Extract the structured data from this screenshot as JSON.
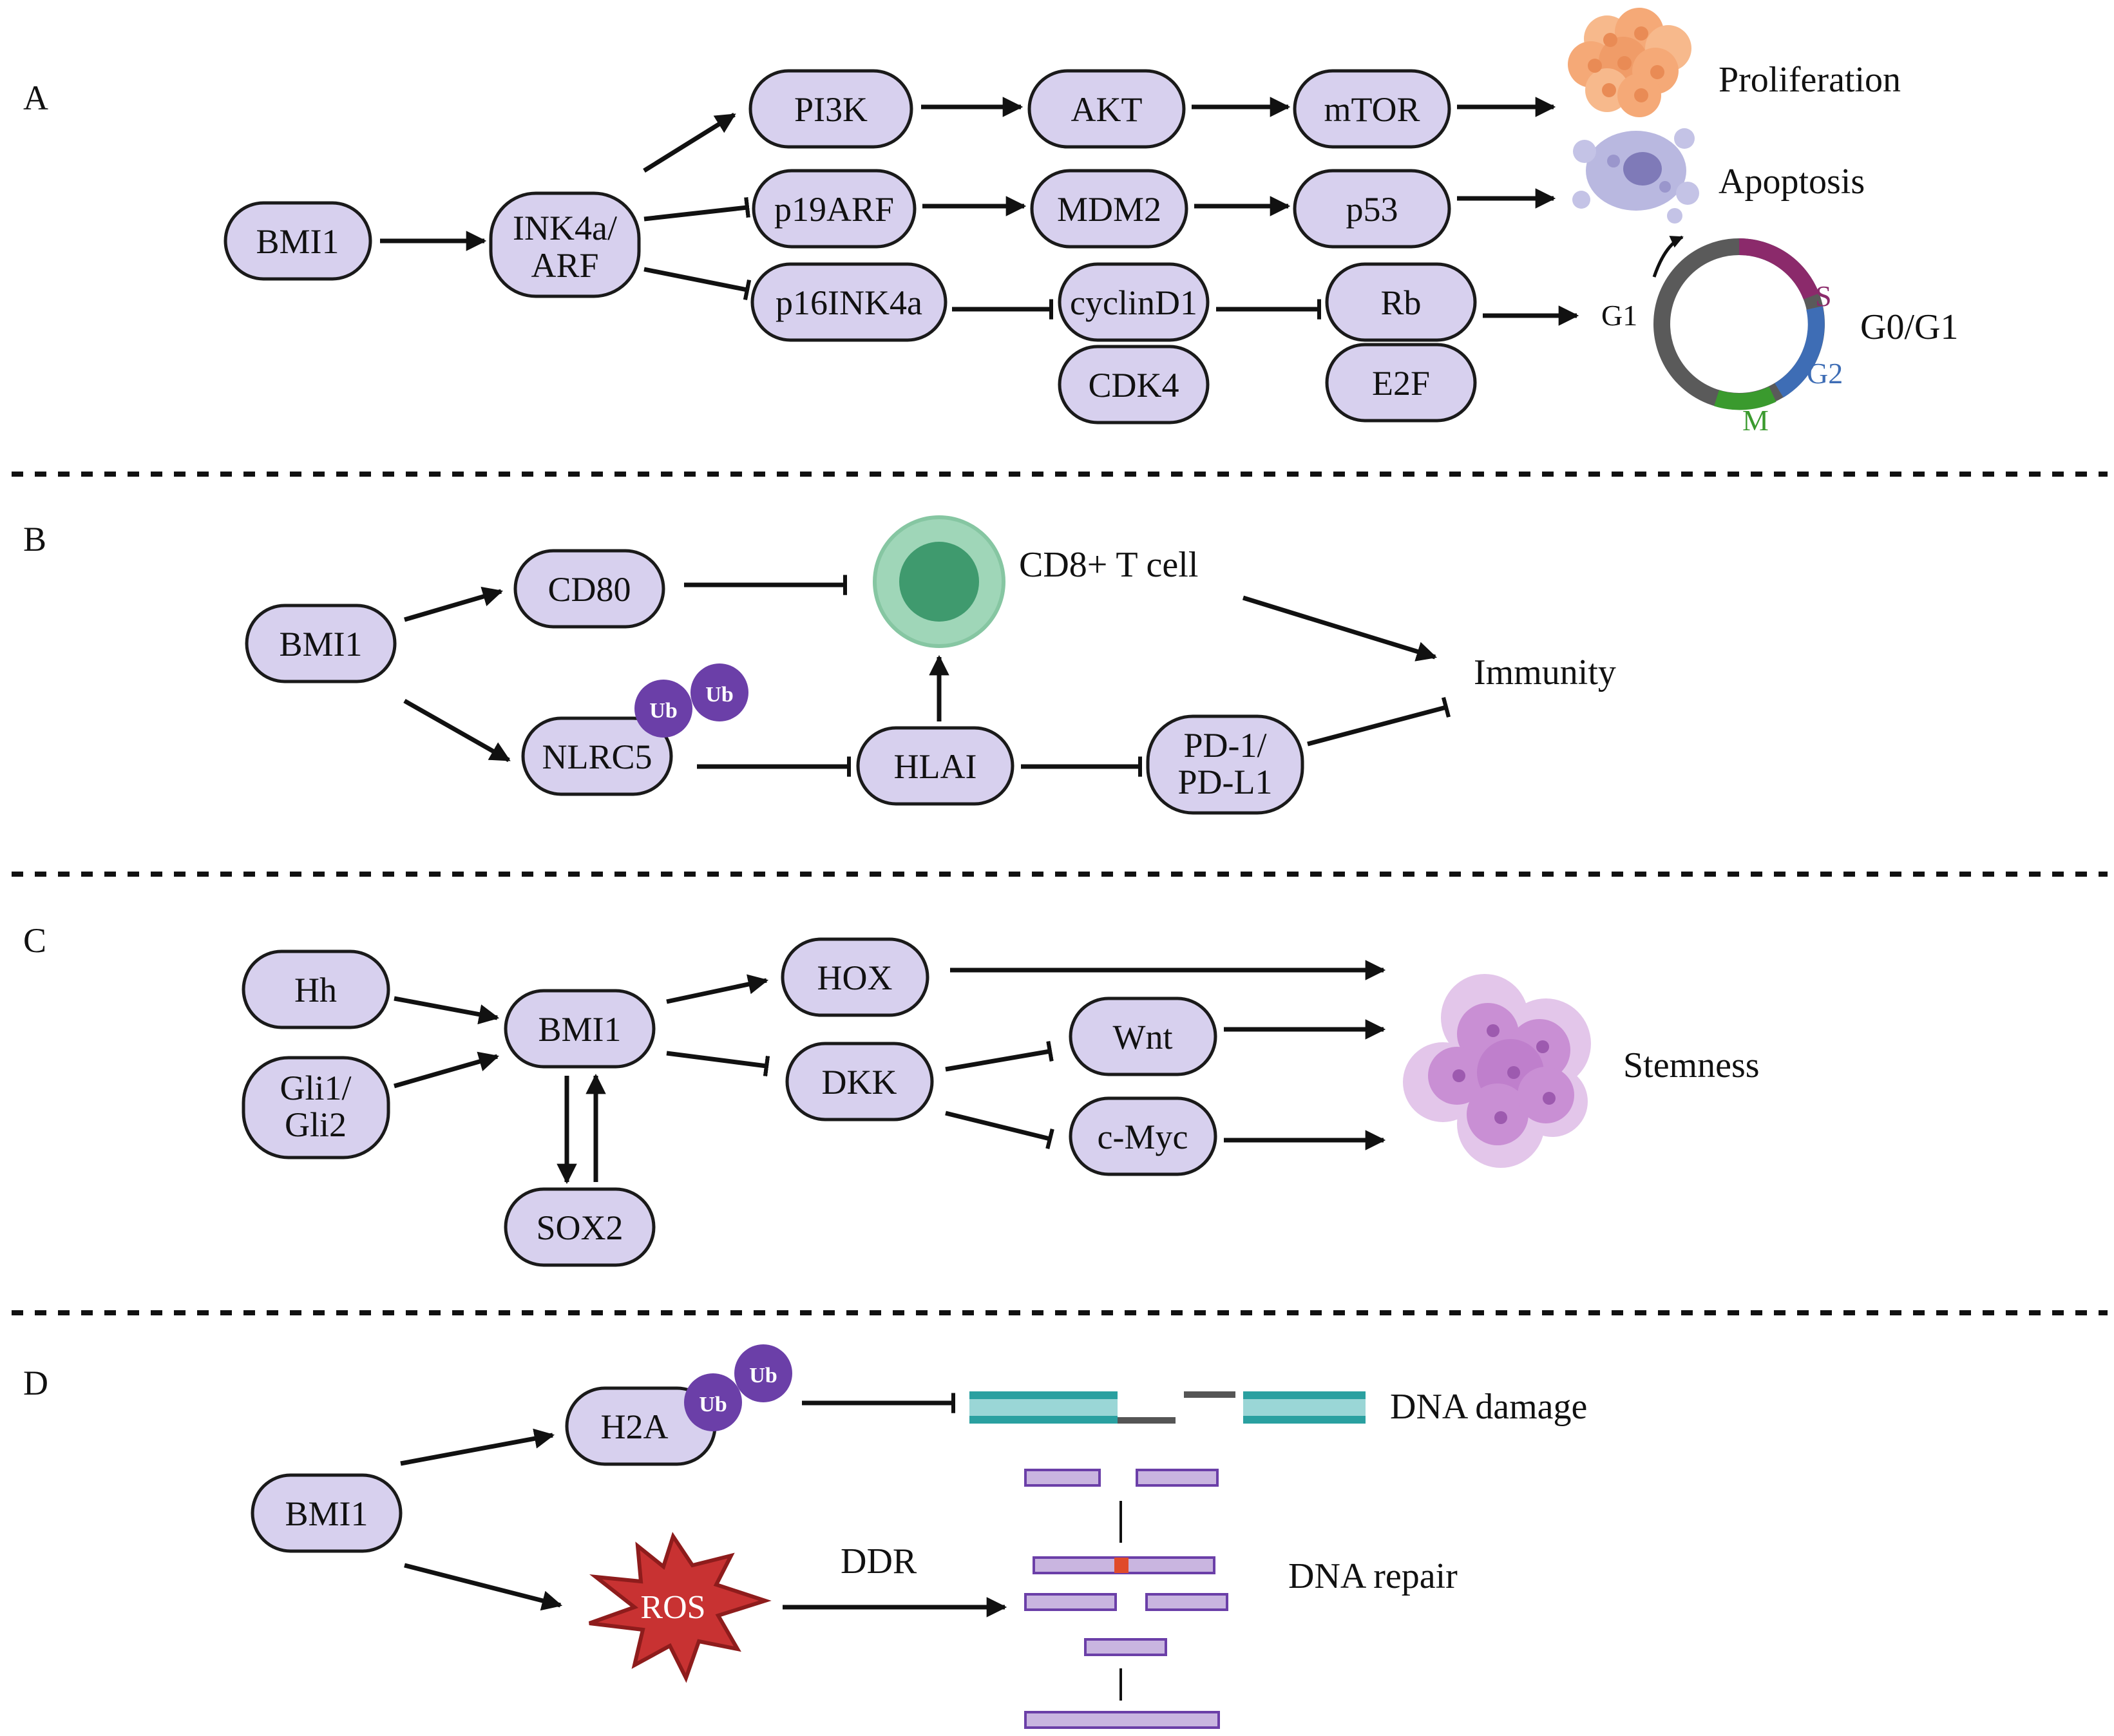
{
  "panels": {
    "a": "A",
    "b": "B",
    "c": "C",
    "d": "D"
  },
  "panel_a": {
    "bmi1": "BMI1",
    "ink4a_arf": [
      "INK4a/",
      "ARF"
    ],
    "pi3k": "PI3K",
    "akt": "AKT",
    "mtor": "mTOR",
    "p19arf": "p19ARF",
    "mdm2": "MDM2",
    "p53": "p53",
    "p16ink4a": "p16INK4a",
    "cyclind1": "cyclinD1",
    "cdk4": "CDK4",
    "rb": "Rb",
    "e2f": "E2F",
    "proliferation": "Proliferation",
    "apoptosis": "Apoptosis",
    "cycle_g1": "G1",
    "cycle_s": "S",
    "cycle_g2": "G2",
    "cycle_m": "M",
    "g0g1": "G0/G1",
    "colors": {
      "s": "#8b2a6b",
      "g2": "#3e6db5",
      "m": "#3a9a2e",
      "ring": "#5a5a5a"
    }
  },
  "panel_b": {
    "bmi1": "BMI1",
    "cd80": "CD80",
    "cd8_tcell": "CD8+ T cell",
    "immunity": "Immunity",
    "nlrc5": "NLRC5",
    "hlai": "HLAI",
    "pd1_pdl1": [
      "PD-1/",
      "PD-L1"
    ],
    "ub": "Ub"
  },
  "panel_c": {
    "hh": "Hh",
    "gli": [
      "Gli1/",
      "Gli2"
    ],
    "bmi1": "BMI1",
    "sox2": "SOX2",
    "hox": "HOX",
    "dkk": "DKK",
    "wnt": "Wnt",
    "cmyc": "c-Myc",
    "stemness": "Stemness"
  },
  "panel_d": {
    "bmi1": "BMI1",
    "h2a": "H2A",
    "ub": "Ub",
    "ros": "ROS",
    "ddr": "DDR",
    "dna_damage": "DNA damage",
    "dna_repair": "DNA repair"
  }
}
